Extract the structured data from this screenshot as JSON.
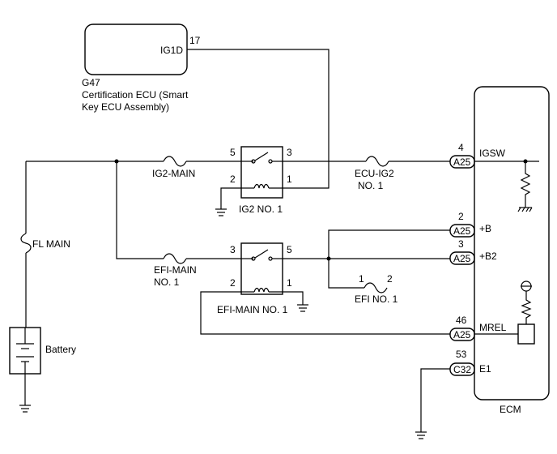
{
  "components": {
    "cert_ecu": {
      "pin_label": "IG1D",
      "pin_number": "17",
      "code": "G47",
      "name_line1": "Certification ECU (Smart",
      "name_line2": "Key ECU Assembly)"
    },
    "battery": {
      "label": "Battery"
    },
    "ecm": {
      "label": "ECM"
    },
    "ig2_relay": {
      "label": "IG2 NO. 1",
      "pins": [
        "5",
        "3",
        "2",
        "1"
      ]
    },
    "efi_relay": {
      "label": "EFI-MAIN NO. 1",
      "pins": [
        "3",
        "5",
        "2",
        "1"
      ]
    }
  },
  "fuses": {
    "fl_main": "FL MAIN",
    "ig2_main": "IG2-MAIN",
    "efi_main_line1": "EFI-MAIN",
    "efi_main_line2": "NO. 1",
    "ecu_ig2_line1": "ECU-IG2",
    "ecu_ig2_line2": "NO. 1",
    "efi_no1": "EFI NO. 1",
    "efi_no1_pins": [
      "1",
      "2"
    ]
  },
  "ecm_terminals": [
    {
      "connector": "A25",
      "pin": "4",
      "signal": "IGSW"
    },
    {
      "connector": "A25",
      "pin": "2",
      "signal": "+B"
    },
    {
      "connector": "A25",
      "pin": "3",
      "signal": "+B2"
    },
    {
      "connector": "A25",
      "pin": "46",
      "signal": "MREL"
    },
    {
      "connector": "C32",
      "pin": "53",
      "signal": "E1"
    }
  ]
}
